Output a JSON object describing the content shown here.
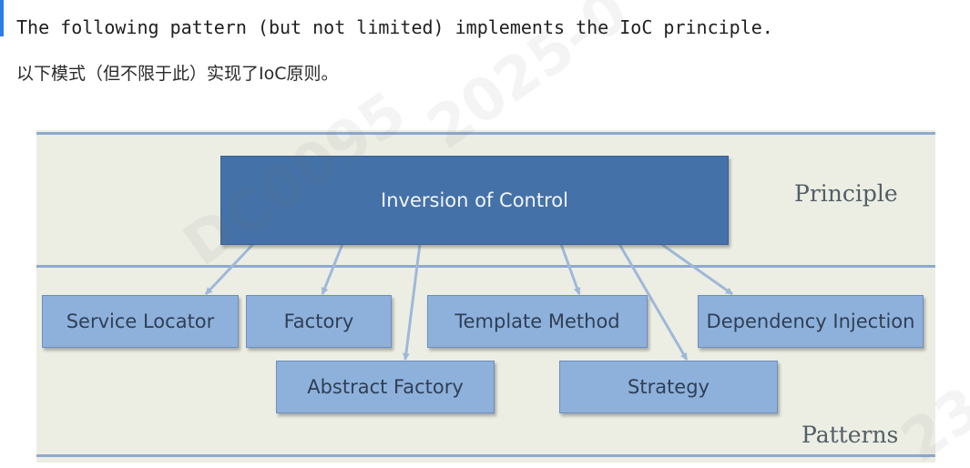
{
  "intro": {
    "english": "The following pattern (but not limited) implements the IoC principle.",
    "chinese": "以下模式（但不限于此）实现了IoC原则。"
  },
  "diagram": {
    "principle_box": "Inversion of Control",
    "principle_tag": "Principle",
    "patterns_tag": "Patterns",
    "patterns": {
      "service_locator": "Service Locator",
      "factory": "Factory",
      "template_method": "Template Method",
      "dependency_injection": "Dependency Injection",
      "abstract_factory": "Abstract Factory",
      "strategy": "Strategy"
    },
    "colors": {
      "principle_box": "#4471a8",
      "pattern_box": "#8eb1dc",
      "background": "#eceee4",
      "arrow": "#9fb8d9"
    }
  },
  "watermark": {
    "text_a": "2025-0",
    "text_b": "DC0095",
    "text_c": "23"
  }
}
